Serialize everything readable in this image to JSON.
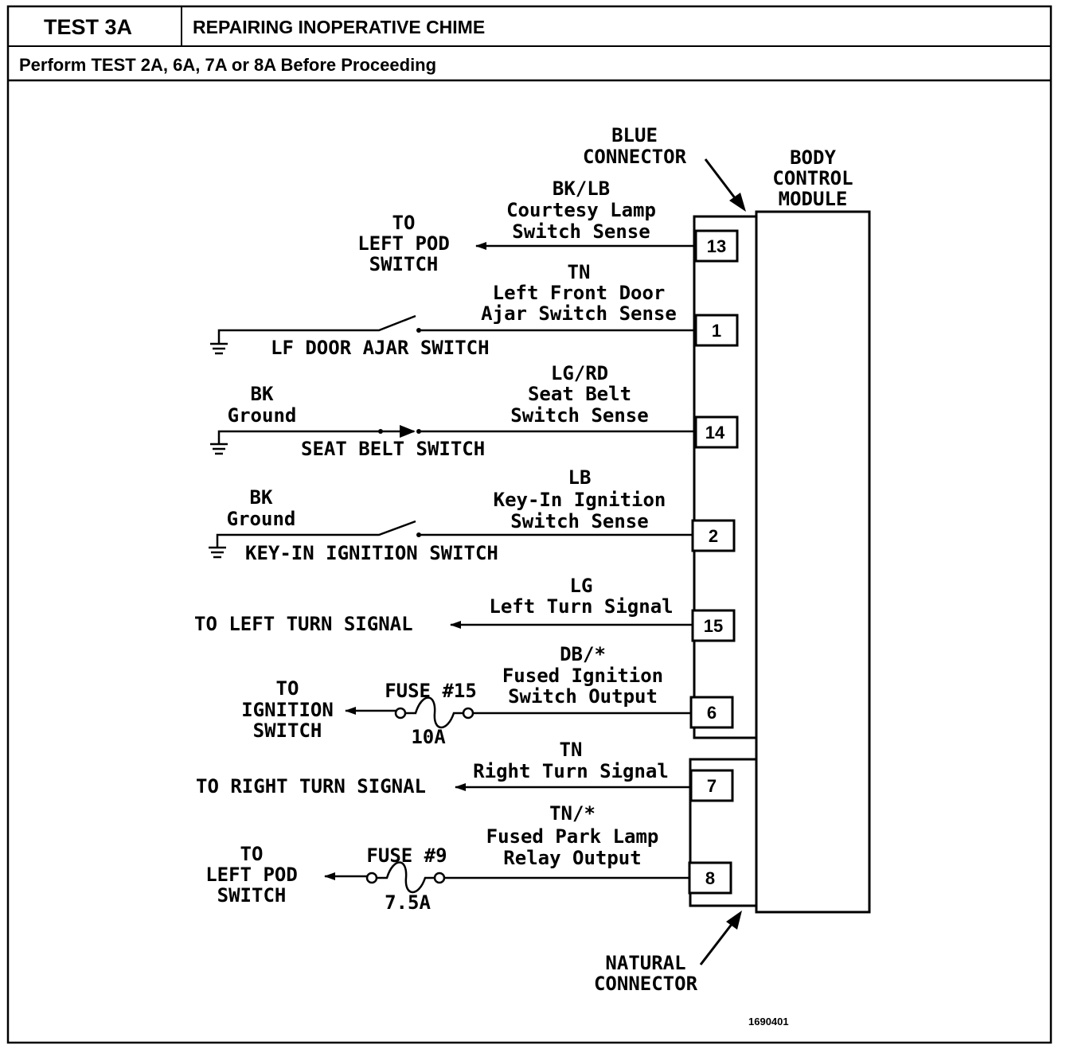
{
  "header": {
    "test_id": "TEST 3A",
    "title": "REPAIRING INOPERATIVE CHIME",
    "prerequisite": "Perform TEST 2A, 6A, 7A or 8A Before Proceeding"
  },
  "diagram": {
    "module_label": [
      "BODY",
      "CONTROL",
      "MODULE"
    ],
    "blue_connector_label": [
      "BLUE",
      "CONNECTOR"
    ],
    "natural_connector_label": [
      "NATURAL",
      "CONNECTOR"
    ],
    "figure_id": "1690401",
    "circuits": [
      {
        "pin": "13",
        "wire_label": [
          "BK/LB",
          "Courtesy Lamp",
          "Switch Sense"
        ],
        "dest": [
          "TO",
          "LEFT POD",
          "SWITCH"
        ]
      },
      {
        "pin": "1",
        "wire_label": [
          "TN",
          "Left Front Door",
          "Ajar Switch Sense"
        ],
        "device": "LF DOOR AJAR SWITCH"
      },
      {
        "pin": "14",
        "wire_label": [
          "LG/RD",
          "Seat Belt",
          "Switch Sense"
        ],
        "ground_label": [
          "BK",
          "Ground"
        ],
        "device": "SEAT BELT SWITCH"
      },
      {
        "pin": "2",
        "wire_label": [
          "LB",
          "Key-In Ignition",
          "Switch Sense"
        ],
        "ground_label": [
          "BK",
          "Ground"
        ],
        "device": "KEY-IN IGNITION SWITCH"
      },
      {
        "pin": "15",
        "wire_label": [
          "LG",
          "Left Turn Signal"
        ],
        "dest": [
          "TO LEFT TURN SIGNAL"
        ]
      },
      {
        "pin": "6",
        "wire_label": [
          "DB/*",
          "Fused Ignition",
          "Switch Output"
        ],
        "fuse": "FUSE #15",
        "fuse_rating": "10A",
        "dest": [
          "TO",
          "IGNITION",
          "SWITCH"
        ]
      },
      {
        "pin": "7",
        "wire_label": [
          "TN",
          "Right Turn Signal"
        ],
        "dest": [
          "TO RIGHT TURN SIGNAL"
        ]
      },
      {
        "pin": "8",
        "wire_label": [
          "TN/*",
          "Fused Park Lamp",
          "Relay Output"
        ],
        "fuse": "FUSE #9",
        "fuse_rating": "7.5A",
        "dest": [
          "TO",
          "LEFT POD",
          "SWITCH"
        ]
      }
    ]
  }
}
